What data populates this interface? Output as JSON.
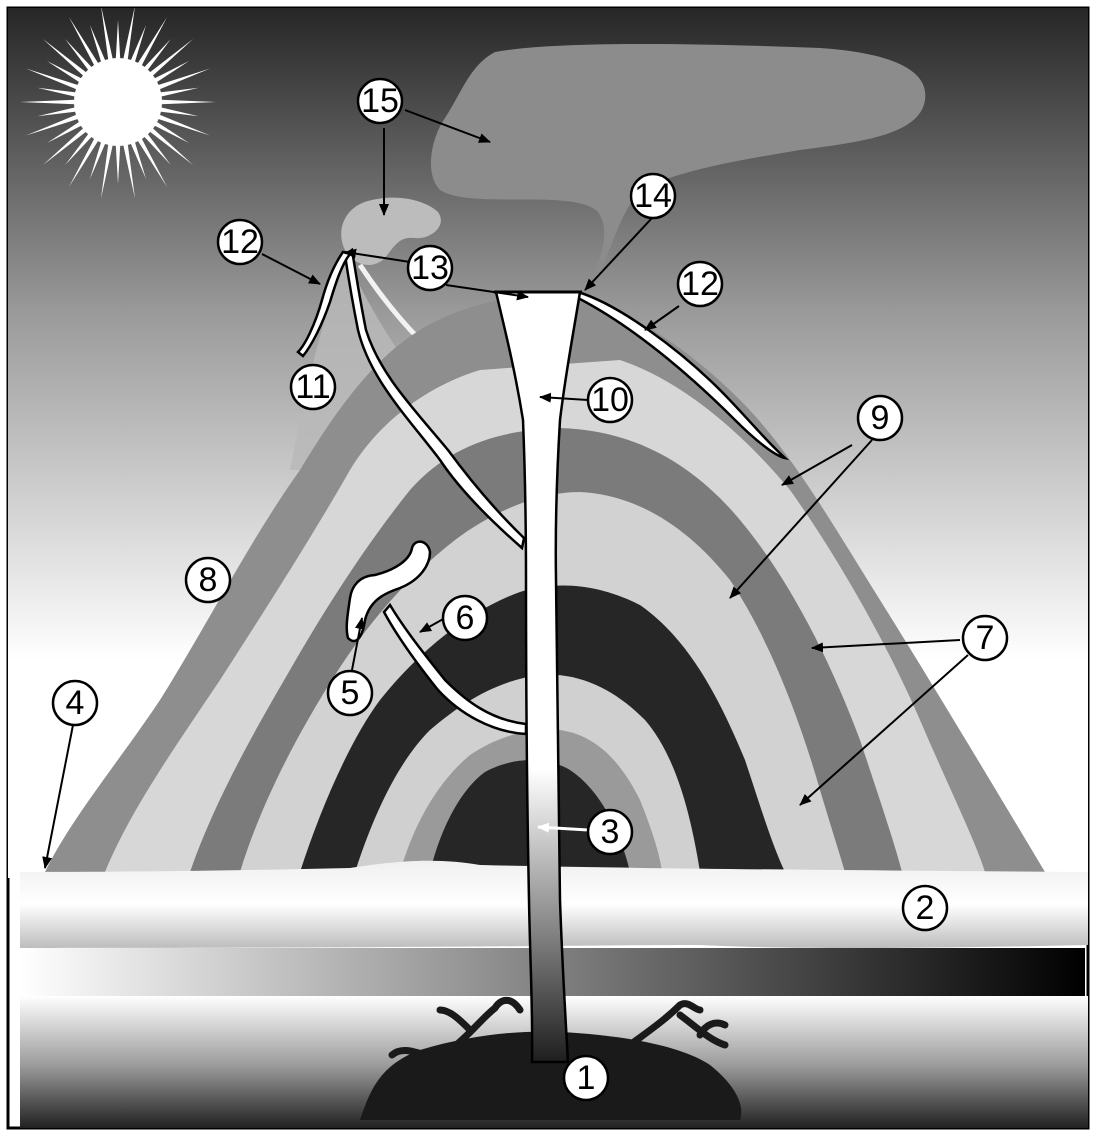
{
  "diagram": {
    "colors": {
      "frame": "#000000",
      "sky_top": "#2a2a2a",
      "sky_bottom": "#ffffff",
      "cone_outer": "#8c8c8c",
      "cone_light": "#d9d9d9",
      "cone_mid": "#7a7a7a",
      "cone_dark": "#2b2b2b",
      "magma": "#ffffff",
      "ground": "#1a1a1a"
    },
    "icons": [
      "sun-icon"
    ],
    "callouts": [
      {
        "id": "c1",
        "label": "1"
      },
      {
        "id": "c2",
        "label": "2"
      },
      {
        "id": "c3",
        "label": "3"
      },
      {
        "id": "c4",
        "label": "4"
      },
      {
        "id": "c5",
        "label": "5"
      },
      {
        "id": "c6",
        "label": "6"
      },
      {
        "id": "c7",
        "label": "7"
      },
      {
        "id": "c8",
        "label": "8"
      },
      {
        "id": "c9",
        "label": "9"
      },
      {
        "id": "c10",
        "label": "10"
      },
      {
        "id": "c11",
        "label": "11"
      },
      {
        "id": "c12a",
        "label": "12"
      },
      {
        "id": "c12b",
        "label": "12"
      },
      {
        "id": "c13",
        "label": "13"
      },
      {
        "id": "c14",
        "label": "14"
      },
      {
        "id": "c15",
        "label": "15"
      }
    ]
  }
}
